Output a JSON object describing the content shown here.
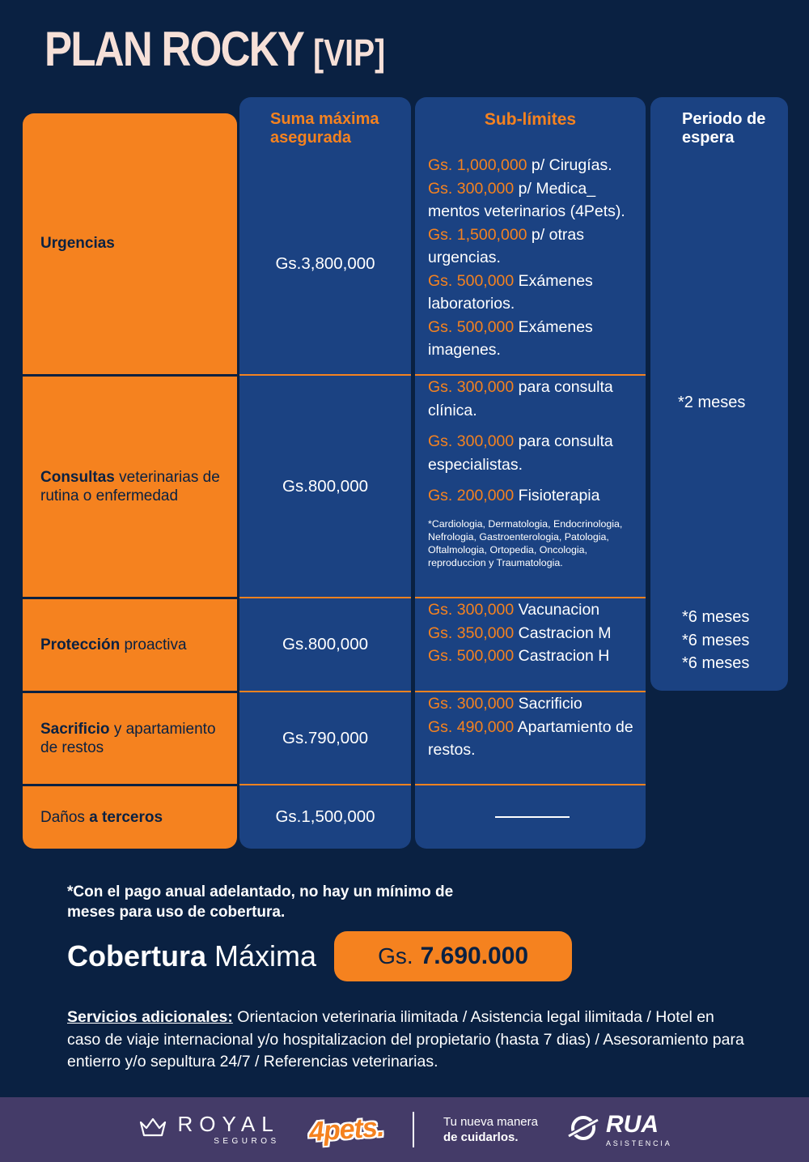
{
  "colors": {
    "background_navy": "#0a2142",
    "cell_blue": "#1b4282",
    "accent_orange": "#f5821f",
    "title_cream": "#f6e0d8",
    "footer_purple": "#443b68"
  },
  "header": {
    "title": "PLAN ROCKY",
    "badge": "[VIP]"
  },
  "table": {
    "col_headers": {
      "suma": "Suma máxima asegurada",
      "sublimites": "Sub-límites",
      "periodo": "Periodo de espera"
    },
    "rows": {
      "urgencias": {
        "label_bold": "Urgencias",
        "label_rest": "",
        "suma": "Gs.3,800,000",
        "sublimits": [
          {
            "amount": "Gs. 1,000,000",
            "text": " p/ Cirugías."
          },
          {
            "amount": "Gs. 300,000",
            "text": " p/ Medica_​mentos veterinarios (4Pets)."
          },
          {
            "amount": "Gs. 1,500,000",
            "text": " p/ otras urgencias."
          },
          {
            "amount": "Gs. 500,000",
            "text": " Exámenes laboratorios."
          },
          {
            "amount": "Gs. 500,000",
            "text": " Exámenes imagenes."
          }
        ]
      },
      "consultas": {
        "label_bold": "Consultas",
        "label_rest": " veterinarias de rutina o enfermedad",
        "suma": "Gs.800,000",
        "periodo": "*2 meses",
        "sublimits": [
          {
            "amount": "Gs. 300,000",
            "text": " para consulta clínica."
          },
          {
            "amount": "Gs. 300,000",
            "text": " para consulta especialistas."
          },
          {
            "amount": "Gs. 200,000",
            "text": " Fisioterapia"
          }
        ],
        "footnote": "*Cardiologia, Dermatologia, Endocrinologia, Nefrologia, Gastroenterologia, Patologia, Oftalmologia, Ortopedia, Oncologia, reproduccion y Traumatologia."
      },
      "proteccion": {
        "label_bold": "Protección",
        "label_rest": " proactiva",
        "suma": "Gs.800,000",
        "periodo": [
          "*6 meses",
          "*6 meses",
          "*6 meses"
        ],
        "sublimits": [
          {
            "amount": "Gs. 300,000",
            "text": " Vacunacion"
          },
          {
            "amount": "Gs. 350,000",
            "text": " Castracion M"
          },
          {
            "amount": "Gs. 500,000",
            "text": " Castracion H"
          }
        ]
      },
      "sacrificio": {
        "label_bold": "Sacrificio",
        "label_rest": " y apartamiento de restos",
        "suma": "Gs.790,000",
        "sublimits": [
          {
            "amount": "Gs. 300,000",
            "text": " Sacrificio"
          },
          {
            "amount": "Gs. 490,000",
            "text": " Apartamiento de restos."
          }
        ]
      },
      "danos": {
        "label_rest": "Daños ",
        "label_bold": "a terceros",
        "suma": "Gs.1,500,000"
      }
    }
  },
  "note": "*Con el pago anual adelantado, no hay un mínimo de meses para uso de cobertura.",
  "coverage": {
    "label_bold": "Cobertura",
    "label_rest": " Máxima",
    "amount_prefix": "Gs.",
    "amount": "7.690.000"
  },
  "services": {
    "label": "Servicios adicionales:",
    "text": " Orientacion veterinaria ilimitada / Asistencia legal ilimitada / Hotel en caso de viaje internacional y/o hospitalizacion del propietario (hasta 7 dias) / Asesoramiento para entierro y/o sepultura 24/7 / Referencias veterinarias."
  },
  "footer": {
    "royal": {
      "icon": "crown-icon",
      "name": "ROYAL",
      "sub": "SEGUROS"
    },
    "pets": {
      "name": "4pets."
    },
    "tagline": {
      "line1": "Tu nueva manera",
      "line2": "de cuidarlos."
    },
    "rua": {
      "icon": "orbit-icon",
      "name": "RUA",
      "sub": "ASISTENCIA"
    }
  }
}
